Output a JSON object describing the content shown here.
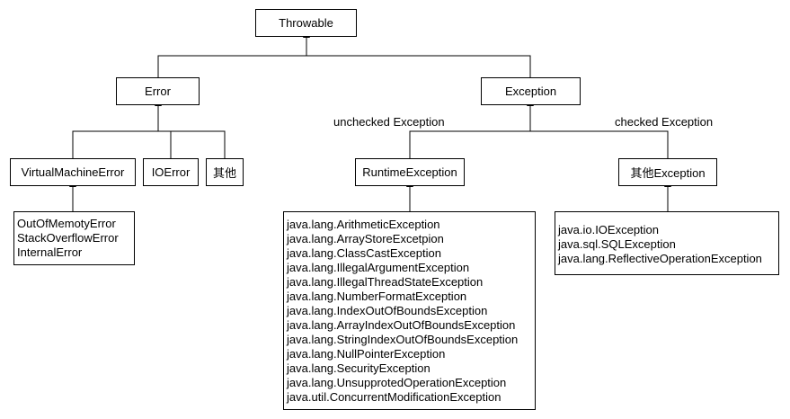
{
  "nodes": {
    "throwable": "Throwable",
    "error": "Error",
    "exception": "Exception",
    "virtual_machine_error": "VirtualMachineError",
    "io_error": "IOError",
    "error_other": "其他",
    "runtime_exception": "RuntimeException",
    "other_exception": "其他Exception"
  },
  "edge_labels": {
    "unchecked": "unchecked Exception",
    "checked": "checked Exception"
  },
  "lists": {
    "vm_errors": [
      "OutOfMemotyError",
      "StackOverflowError",
      "InternalError"
    ],
    "runtime_exceptions": [
      "java.lang.ArithmeticException",
      "java.lang.ArrayStoreExcetpion",
      "java.lang.ClassCastException",
      "java.lang.IllegalArgumentException",
      "java.lang.IllegalThreadStateException",
      "java.lang.NumberFormatException",
      "java.lang.IndexOutOfBoundsException",
      "java.lang.ArrayIndexOutOfBoundsException",
      "java.lang.StringIndexOutOfBoundsException",
      "java.lang.NullPointerException",
      "java.lang.SecurityException",
      "java.lang.UnsupprotedOperationException",
      "java.util.ConcurrentModificationException"
    ],
    "checked_exceptions": [
      "java.io.IOException",
      "java.sql.SQLException",
      "java.lang.ReflectiveOperationException"
    ]
  }
}
